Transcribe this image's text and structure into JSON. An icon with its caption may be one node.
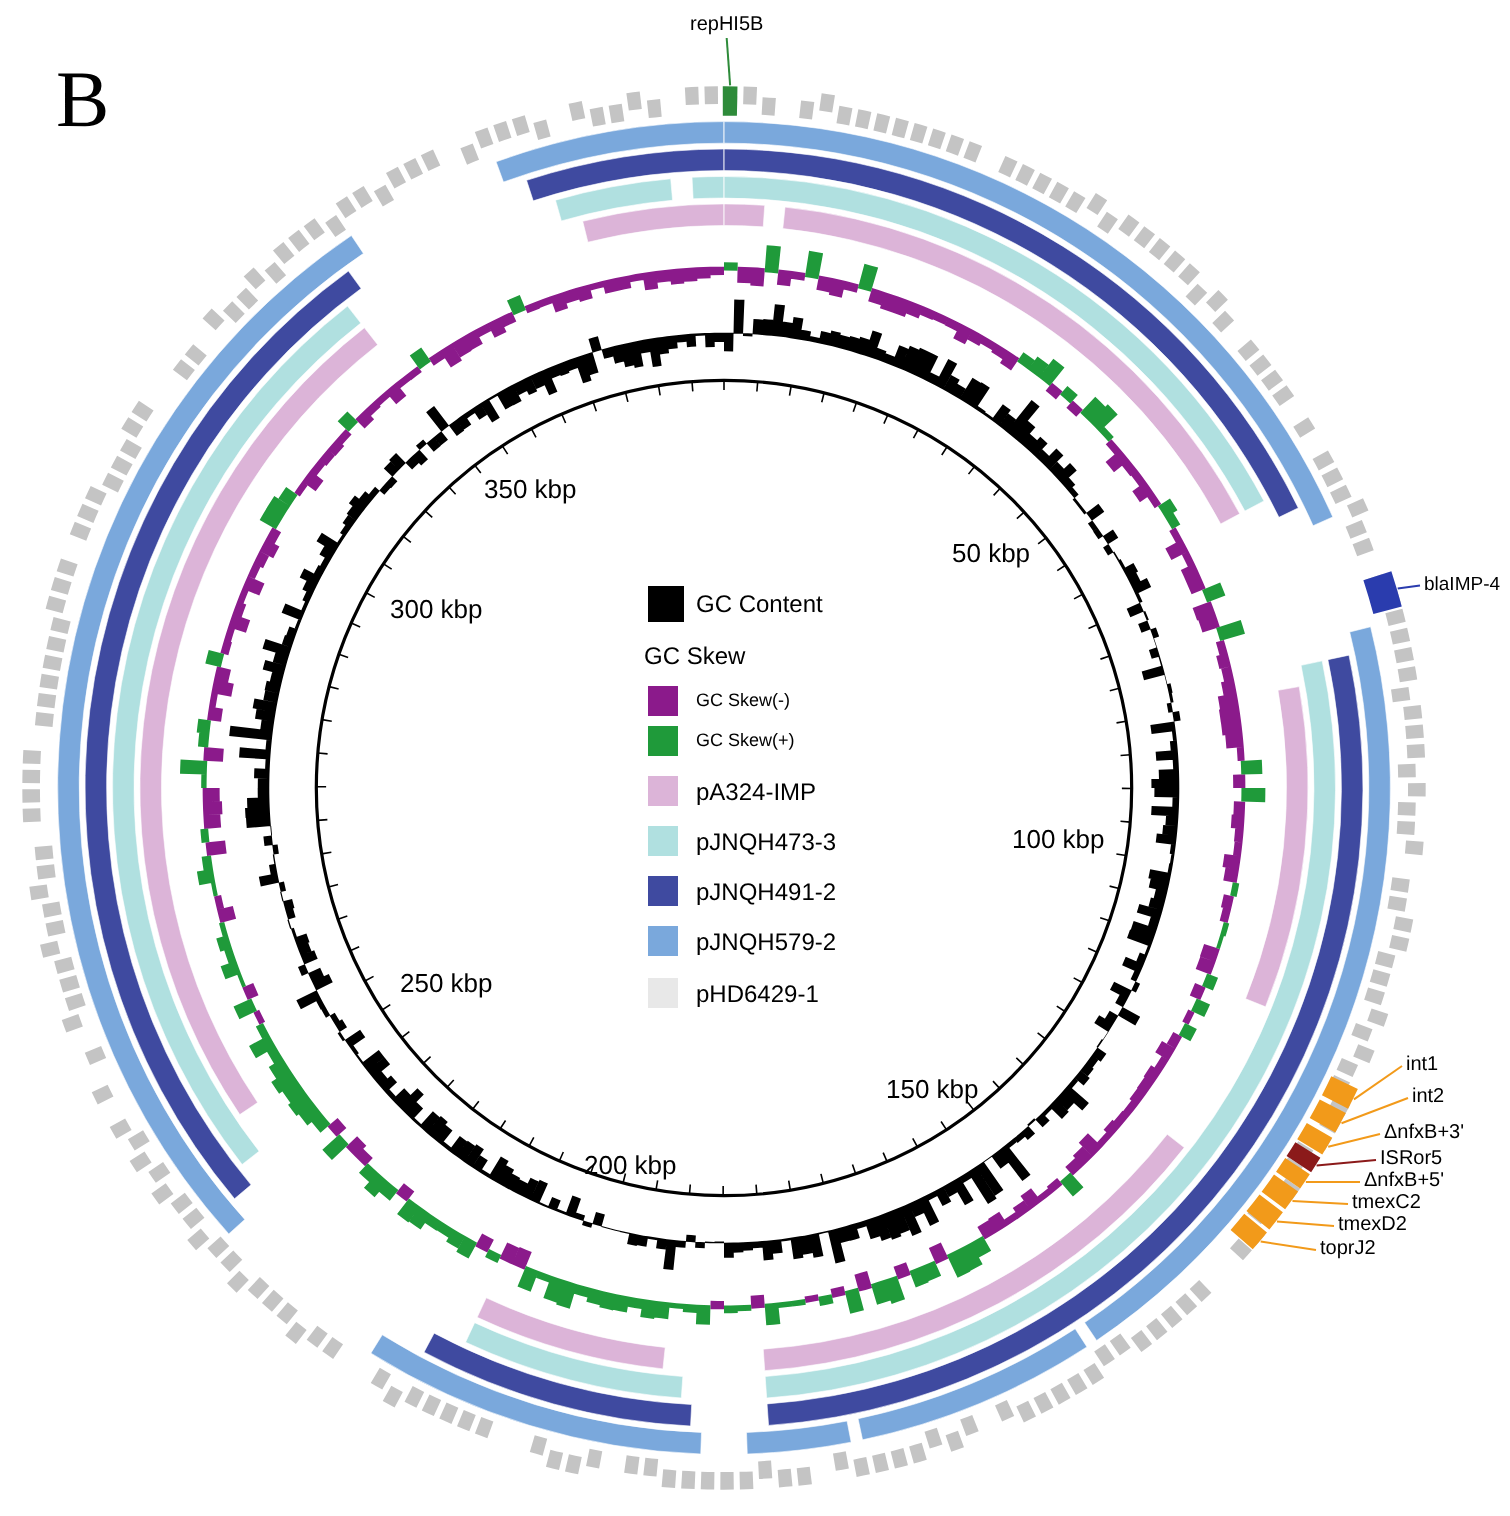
{
  "diagram": {
    "nodes": [
      {
        "text": [
          "repHI5B"
        ]
      },
      {
        "text": [],
        "shape": "bar"
      },
      {
        "text": [
          "blaIMP-4"
        ]
      },
      {
        "text": [],
        "shape": "bar"
      },
      {
        "text": [
          "int1"
        ]
      },
      {
        "text": [],
        "shape": "bar"
      },
      {
        "text": [
          "int2"
        ]
      },
      {
        "text": [],
        "shape": "bar"
      },
      {
        "text": [
          "ΔnfxB+3'"
        ]
      },
      {
        "text": [],
        "shape": "bar"
      },
      {
        "text": [
          "ISRor5"
        ]
      },
      {
        "text": [],
        "shape": "bar"
      },
      {
        "text": [
          "ΔnfxB+5'"
        ]
      },
      {
        "text": [],
        "shape": "bar"
      },
      {
        "text": [
          "tmexC2"
        ]
      },
      {
        "text": [],
        "shape": "bar"
      },
      {
        "text": [
          "tmexD2"
        ]
      },
      {
        "text": [],
        "shape": "bar"
      },
      {
        "text": [
          "toprJ2"
        ]
      },
      {
        "text": [],
        "shape": "bar"
      }
    ],
    "edges": [
      {
        "from": 0,
        "to": 1,
        "arrow": "none",
        "color": "#2e8b3a"
      },
      {
        "from": 2,
        "to": 3,
        "arrow": "none",
        "color": "#2a3cae"
      },
      {
        "from": 4,
        "to": 5,
        "arrow": "none"
      },
      {
        "from": 6,
        "to": 7,
        "arrow": "none"
      },
      {
        "from": 8,
        "to": 9,
        "arrow": "none"
      },
      {
        "from": 10,
        "to": 11,
        "arrow": "none",
        "color": "#8b1a1a"
      },
      {
        "from": 12,
        "to": 13,
        "arrow": "none"
      },
      {
        "from": 14,
        "to": 15,
        "arrow": "none"
      },
      {
        "from": 16,
        "to": 17,
        "arrow": "none"
      },
      {
        "from": 18,
        "to": 19,
        "arrow": "none"
      }
    ],
    "labels": [
      "B",
      "350 kbp",
      "50 kbp",
      "300 kbp",
      "100 kbp",
      "250 kbp",
      "150 kbp",
      "200 kbp",
      "GC Skew"
    ],
    "legend": [
      {
        "text": "GC Content",
        "color": "#000000"
      },
      {
        "text": "GC Skew(-)",
        "color": "#8b1a8b"
      },
      {
        "text": "GC Skew(+)",
        "color": "#1f9a3a"
      },
      {
        "text": "pA324-IMP",
        "color": "#dcb4d8"
      },
      {
        "text": "pJNQH473-3",
        "color": "#b0e0e0"
      },
      {
        "text": "pJNQH491-2",
        "color": "#3f4aa0"
      },
      {
        "text": "pJNQH579-2",
        "color": "#7aa8dc"
      },
      {
        "text": "pHD6429-1",
        "color": "#e8e8e8"
      }
    ]
  }
}
